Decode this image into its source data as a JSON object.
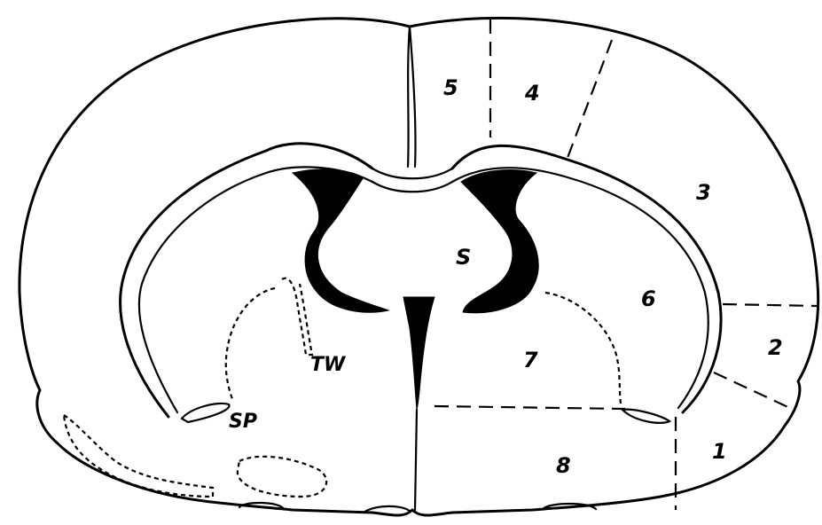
{
  "labels": {
    "region_1": "1",
    "region_2": "2",
    "region_3": "3",
    "region_4": "4",
    "region_5": "5",
    "region_6": "6",
    "region_7": "7",
    "region_8": "8",
    "septum": "S",
    "tw": "TW",
    "sp": "SP"
  }
}
